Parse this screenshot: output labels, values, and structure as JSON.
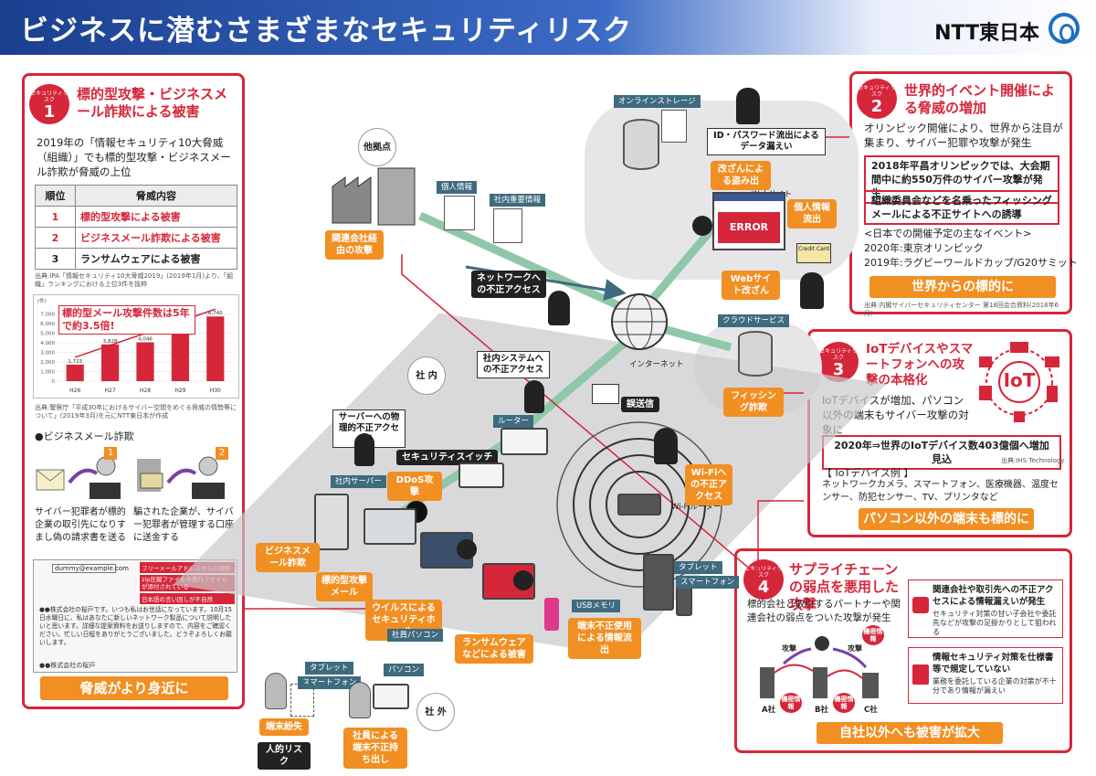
{
  "header": {
    "title": "ビジネスに潜むさまざまなセキュリティリスク",
    "brand": "NTT東日本"
  },
  "risk1": {
    "badge_label": "セキュリティリスク",
    "badge_num": "1",
    "title": "標的型攻撃・ビジネスメール詐欺による被害",
    "intro": "2019年の「情報セキュリティ10大脅威（組織）」でも標的型攻撃・ビジネスメール詐欺が脅威の上位",
    "table_headers": [
      "順位",
      "脅威内容"
    ],
    "table_rows": [
      [
        "1",
        "標的型攻撃による被害"
      ],
      [
        "2",
        "ビジネスメール詐欺による被害"
      ],
      [
        "3",
        "ランサムウェアによる被害"
      ]
    ],
    "table_source": "出典:IPA「情報セキュリティ10大脅威2019」(2019年1月)より、「組織」ランキングにおける上位3件を抜粋",
    "chart_callout": "標的型メール攻撃件数は5年で約3.5倍!",
    "chart_source": "出典:警察庁「平成30年におけるサイバー空間をめぐる脅威の情勢等について」(2019年3月)を元にNTT東日本が作成",
    "bec_title": "●ビジネスメール詐欺",
    "bec_case1": "サイバー犯罪者が標的企業の取引先になりすまし偽の請求書を送る",
    "bec_case2": "騙された企業が、サイバー犯罪者が管理する口座に送金する",
    "mail_from": "dummy@example.com",
    "mail_warn1": "フリーメールアドレスからの送信",
    "mail_warn2": "zip圧縮ファイルや実行ファイルが添付されている",
    "mail_warn3": "日本語の言い回しが不自然",
    "mail_body": "●●株式会社の桜戸です。いつも私はお世話になっています。10月15日水曜日に、私はあなたに新しいネットワーク製品について説明したいと思います。詳細な提案資料をお送りしますので、内容をご確認ください。忙しい日程をありがとうございました。どうぞよろしくお願いします。",
    "mail_sign": "●●株式会社の桜戸",
    "footer": "脅威がより身近に"
  },
  "chart_data": {
    "type": "bar",
    "categories": [
      "H26",
      "H27",
      "H28",
      "H29",
      "H30"
    ],
    "values": [
      1723,
      3828,
      4046,
      6027,
      6740
    ],
    "ylabel": "(件)",
    "ylim": [
      0,
      8000
    ],
    "yticks": [
      0,
      1000,
      2000,
      3000,
      4000,
      5000,
      6000,
      7000
    ]
  },
  "risk2": {
    "badge_label": "セキュリティリスク",
    "badge_num": "2",
    "title": "世界的イベント開催による脅威の増加",
    "intro": "オリンピック開催により、世界から注目が集まり、サイバー犯罪や攻撃が発生",
    "box1": "2018年平昌オリンピックでは、大会期間中に約550万件のサイバー攻撃が発生",
    "box2": "組織委員会などを名乗ったフィッシングメールによる不正サイトへの誘導",
    "events_title": "<日本での開催予定の主なイベント>",
    "event1": "2020年:東京オリンピック",
    "event2": "2019年:ラグビーワールドカップ/G20サミット",
    "footer": "世界からの標的に",
    "source": "出典:内閣サイバーセキュリティセンター 第18回会合資料(2018年6月)"
  },
  "risk3": {
    "badge_label": "セキュリティリスク",
    "badge_num": "3",
    "title": "IoTデバイスやスマートフォンへの攻撃の本格化",
    "intro": "IoTデバイスが増加、パソコン以外の端末もサイバー攻撃の対象に",
    "iot": "IoT",
    "box": "2020年⇒世界のIoTデバイス数403億個へ増加見込",
    "source": "出典:IHS Technology",
    "examples_title": "【 IoTデバイス例 】",
    "examples": "ネットワークカメラ、スマートフォン、医療機器、温度センサー、防犯センサー、TV、プリンタなど",
    "footer": "パソコン以外の端末も標的に"
  },
  "risk4": {
    "badge_label": "セキュリティリスク",
    "badge_num": "4",
    "title": "サプライチェーンの弱点を悪用した攻撃",
    "intro": "標的会社と取引するパートナーや関連会社の弱点をついた攻撃が発生",
    "item1_title": "関連会社や取引先への不正アクセスによる情報漏えいが発生",
    "item1_text": "セキュリティ対策の甘い子会社や委託先などが攻撃の足掛かりとして狙われる",
    "item2_title": "情報セキュリティ対策を仕様書等で規定していない",
    "item2_text": "業務を委託している企業の対策が不十分であり情報が漏えい",
    "attack": "攻撃",
    "secret": "機密情報",
    "company_a": "A社",
    "company_b": "B社",
    "company_c": "C社",
    "footer": "自社以外へも被害が拡大"
  },
  "diagram": {
    "online_storage": "オンラインストレージ",
    "id_leak": "ID・パスワード流出によるデータ漏えい",
    "tamper_theft": "改ざんによる盗み出",
    "website": "Webサイト",
    "personal_leak": "個人情報流出",
    "error": "ERROR",
    "web_tamper": "Webサイト改ざん",
    "credit_card": "Credit Card",
    "branch": "他拠点",
    "personal_info": "個人情報",
    "internal_secret": "社内重要情報",
    "affiliate": "関連会社経由の攻撃",
    "net_access": "ネットワークへの不正アクセス",
    "cloud_service": "クラウドサービス",
    "phishing": "フィッシング詐欺",
    "internet": "インターネット",
    "inside": "社 内",
    "outside": "社 外",
    "sys_access": "社内システムへの不正アクセス",
    "misdelivery": "誤送信",
    "phys_access": "サーバーへの物理的不正アクセス",
    "router": "ルーター",
    "switch": "セキュリティスイッチ",
    "server": "社内サーバー",
    "ddos": "DDoS攻撃",
    "wifi_access": "Wi-Fiへの不正アクセス",
    "wifi_router": "Wi-Fiルーター",
    "bec": "ビジネスメール詐欺",
    "targeted_mail": "標的型攻撃メール",
    "virus": "ウイルスによるセキュリティホール",
    "pc": "社員パソコン",
    "ransom": "ランサムウェアなどによる被害",
    "usb": "USBメモリ",
    "usb_leak": "端末不正使用による情報流出",
    "tablet": "タブレット",
    "smartphone": "スマートフォン",
    "tablet2": "タブレット",
    "smartphone2": "スマートフォン",
    "pc2": "パソコン",
    "loss": "端末紛失",
    "carryout": "社員による端末不正持ち出し",
    "human_risk": "人的リスク"
  }
}
